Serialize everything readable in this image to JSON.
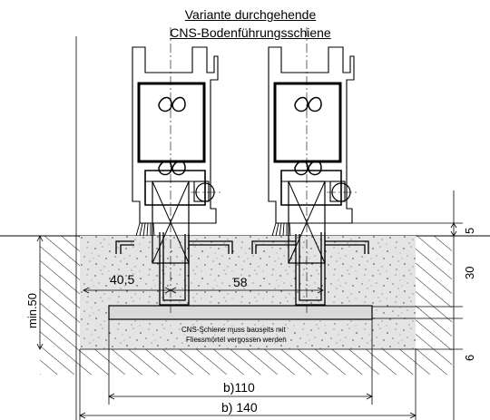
{
  "title": {
    "line1": "Variante durchgehende",
    "line2": "CNS-Bodenführungsschiene"
  },
  "dimensions": {
    "d_40_5": "40,5",
    "d_58": "58",
    "d_min50": "min.50",
    "d_5": "5",
    "d_30": "30",
    "d_6": "6",
    "d_b110": "b)110",
    "d_b140": "b) 140"
  },
  "note": {
    "line1": "CNS-Schiene muss bauseits mit",
    "line2": "Fliessmörtel vergossen werden"
  }
}
